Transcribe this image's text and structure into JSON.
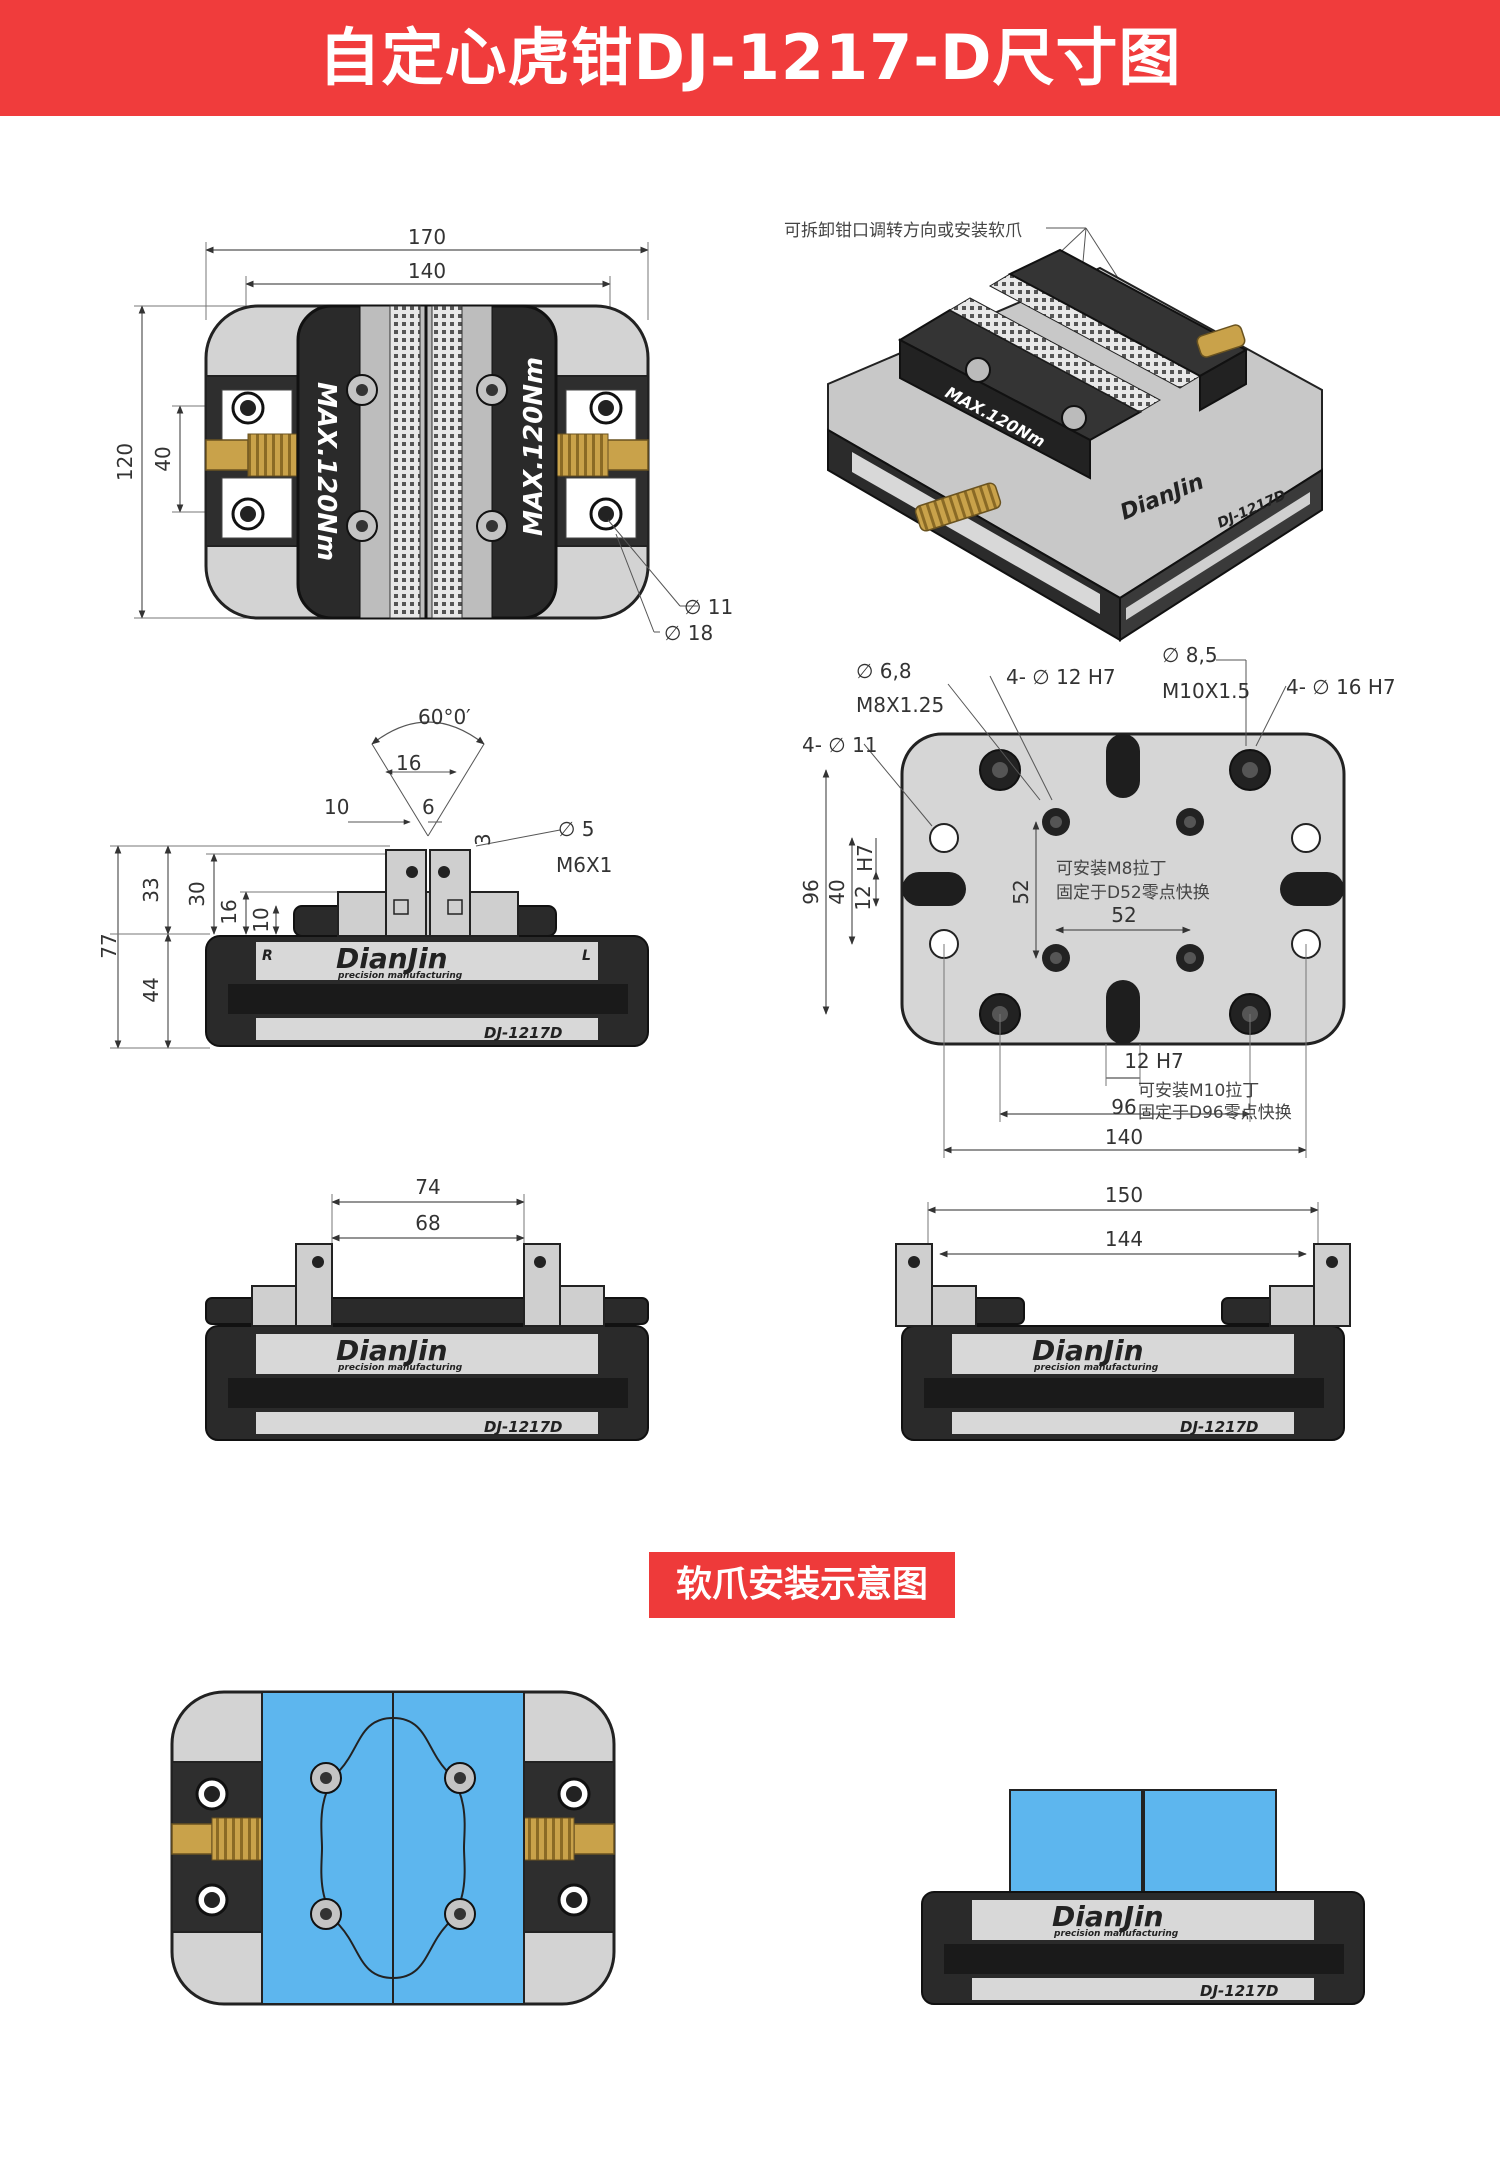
{
  "header": {
    "title": "自定心虎钳DJ-1217-D尺寸图"
  },
  "section": {
    "title": "软爪安装示意图"
  },
  "colors": {
    "accent": "#f03c3c",
    "body_dark": "#2b2b2b",
    "steel": "#d2d2d2",
    "soft_jaw": "#5db6ee",
    "brass": "#c9a24a"
  },
  "brand": {
    "name": "DianJin",
    "tagline": "precision manufacturing",
    "model": "DJ-1217D",
    "torque": "MAX.120Nm",
    "jaw_left": "R",
    "jaw_right": "L"
  },
  "top_view": {
    "dim_170": "170",
    "dim_140": "140",
    "dim_120": "120",
    "dim_40": "40",
    "dim_d11": "∅ 11",
    "dim_d18": "∅ 18"
  },
  "iso_view": {
    "note": "可拆卸钳口调转方向或安装软爪"
  },
  "front_view": {
    "angle": "60°0′",
    "dim_16": "16",
    "dim_10": "10",
    "dim_6": "6",
    "dim_3": "3",
    "dim_d5": "∅ 5",
    "thread": "M6X1",
    "dim_33": "33",
    "dim_30": "30",
    "dim_16v": "16",
    "dim_10v": "10",
    "dim_77": "77",
    "dim_44": "44"
  },
  "bottom_view": {
    "d68": "∅ 6,8",
    "m8": "M8X1.25",
    "h12": "4- ∅ 12  H7",
    "d85": "∅ 8,5",
    "m10": "M10X1.5",
    "h16": "4- ∅ 16  H7",
    "h11": "4- ∅ 11",
    "h7": "H7",
    "dim_96": "96",
    "dim_40": "40",
    "dim_12": "12",
    "dim_52v": "52",
    "dim_52h": "52",
    "note_m8_line1": "可安装M8拉丁",
    "note_m8_line2": "固定于D52零点快换",
    "dim_12h7": "12  H7",
    "note_m10_line1": "可安装M10拉丁",
    "note_m10_line2": "固定于D96零点快换",
    "dim_96h": "96",
    "dim_140": "140"
  },
  "open_view_a": {
    "dim_74": "74",
    "dim_68": "68"
  },
  "open_view_b": {
    "dim_150": "150",
    "dim_144": "144"
  }
}
